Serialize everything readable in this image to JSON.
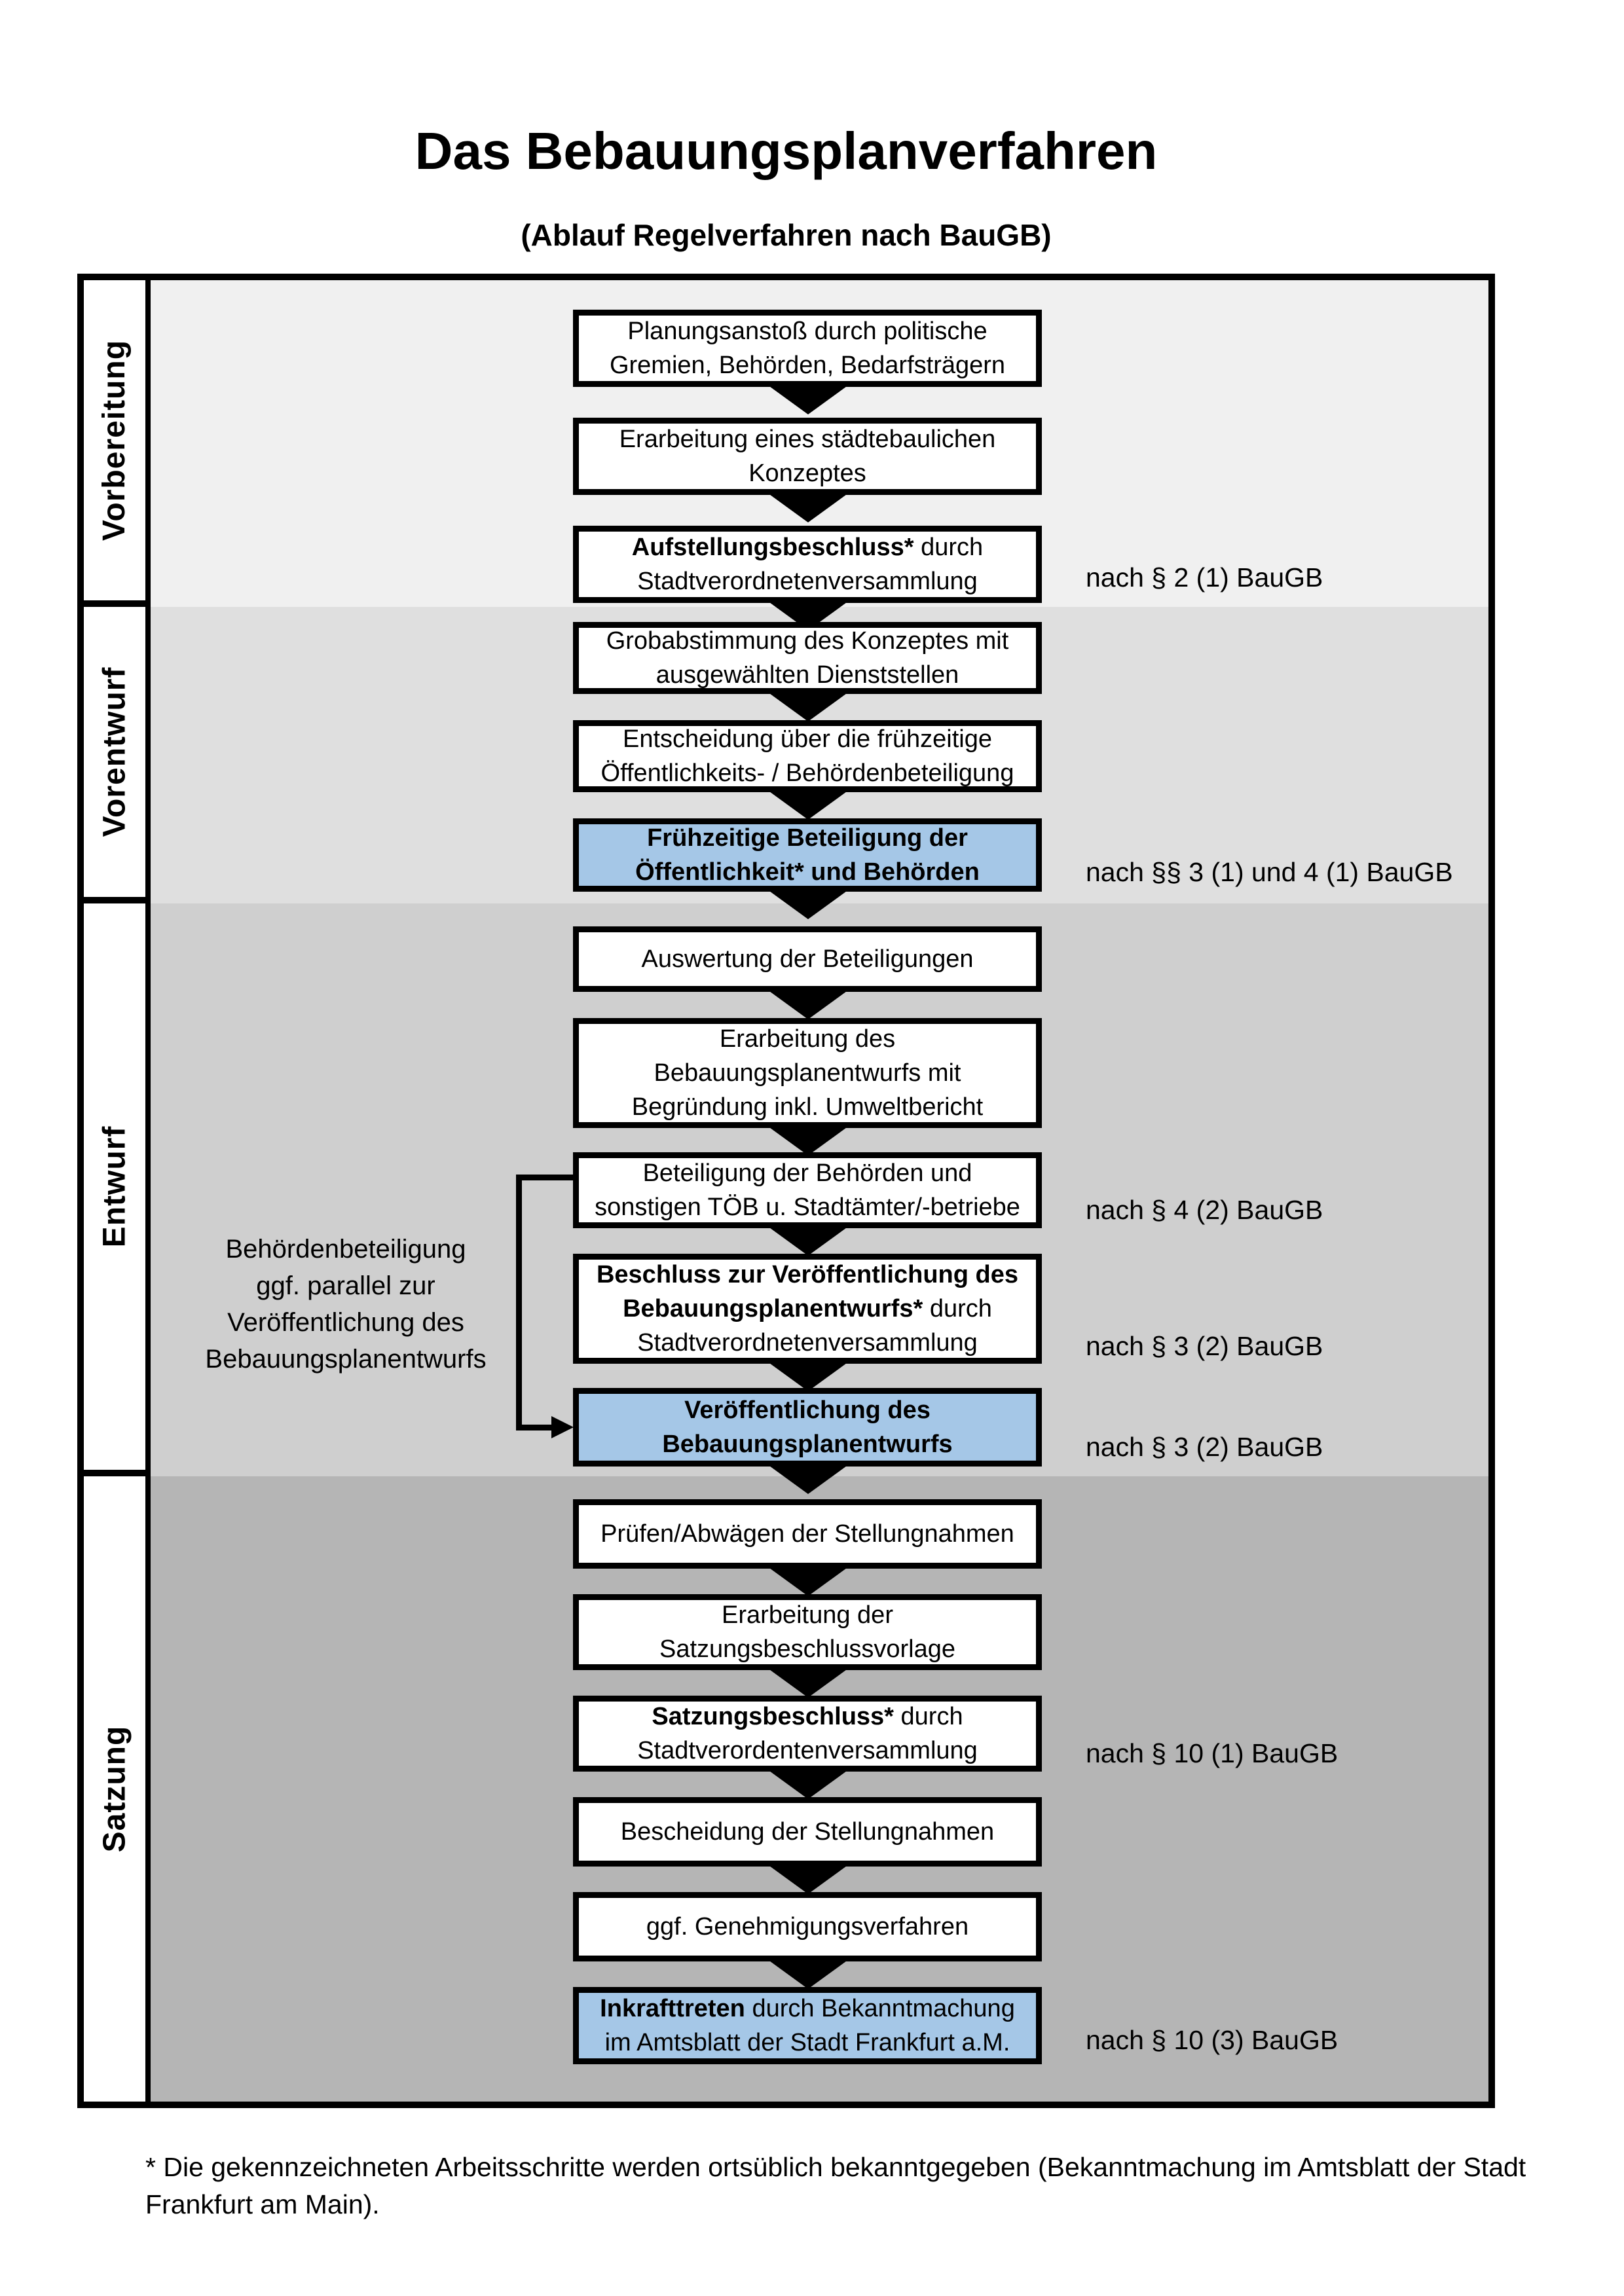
{
  "title": "Das Bebauungsplanverfahren",
  "subtitle": "(Ablauf Regelverfahren nach BauGB)",
  "colors": {
    "highlight_box": "#a5c7e7",
    "section_backgrounds": [
      "#f0f0f0",
      "#dfdfdf",
      "#cfcfcf",
      "#b5b5b5"
    ],
    "box_border": "#000000"
  },
  "sections": [
    {
      "label": "Vorbereitung",
      "steps": [
        {
          "highlight": false,
          "annotation": "",
          "lines": [
            {
              "b": "",
              "t": "Planungsanstoß durch politische"
            },
            {
              "b": "",
              "t": "Gremien, Behörden, Bedarfsträgern"
            }
          ]
        },
        {
          "highlight": false,
          "annotation": "",
          "lines": [
            {
              "b": "",
              "t": "Erarbeitung eines städtebaulichen"
            },
            {
              "b": "",
              "t": "Konzeptes"
            }
          ]
        },
        {
          "highlight": false,
          "annotation": "nach § 2 (1) BauGB",
          "lines": [
            {
              "b": "Aufstellungsbeschluss*",
              "t": " durch"
            },
            {
              "b": "",
              "t": "Stadtverordnetenversammlung"
            }
          ]
        }
      ]
    },
    {
      "label": "Vorentwurf",
      "steps": [
        {
          "highlight": false,
          "annotation": "",
          "lines": [
            {
              "b": "",
              "t": "Grobabstimmung des Konzeptes mit"
            },
            {
              "b": "",
              "t": "ausgewählten Dienststellen"
            }
          ]
        },
        {
          "highlight": false,
          "annotation": "",
          "lines": [
            {
              "b": "",
              "t": "Entscheidung über die frühzeitige"
            },
            {
              "b": "",
              "t": "Öffentlichkeits- / Behördenbeteiligung"
            }
          ]
        },
        {
          "highlight": true,
          "annotation": "nach §§ 3 (1) und 4 (1) BauGB",
          "lines": [
            {
              "b": "Frühzeitige Beteiligung der",
              "t": ""
            },
            {
              "b": "Öffentlichkeit* und Behörden",
              "t": ""
            }
          ]
        }
      ]
    },
    {
      "label": "Entwurf",
      "side_note": [
        "Behördenbeteiligung",
        "ggf. parallel zur",
        "Veröffentlichung des",
        "Bebauungsplanentwurfs"
      ],
      "steps": [
        {
          "highlight": false,
          "annotation": "",
          "lines": [
            {
              "b": "",
              "t": "Auswertung der Beteiligungen"
            }
          ]
        },
        {
          "highlight": false,
          "annotation": "",
          "lines": [
            {
              "b": "",
              "t": "Erarbeitung des"
            },
            {
              "b": "",
              "t": "Bebauungsplanentwurfs mit"
            },
            {
              "b": "",
              "t": "Begründung inkl. Umweltbericht"
            }
          ]
        },
        {
          "highlight": false,
          "annotation": "nach § 4 (2) BauGB",
          "lines": [
            {
              "b": "",
              "t": "Beteiligung der Behörden und"
            },
            {
              "b": "",
              "t": "sonstigen TÖB u. Stadtämter/-betriebe"
            }
          ]
        },
        {
          "highlight": false,
          "annotation": "nach § 3 (2) BauGB",
          "lines": [
            {
              "b": "Beschluss zur Veröffentlichung des",
              "t": ""
            },
            {
              "b": "Bebauungsplanentwurfs*",
              "t": " durch"
            },
            {
              "b": "",
              "t": "Stadtverordnetenversammlung"
            }
          ]
        },
        {
          "highlight": true,
          "annotation": "nach § 3 (2) BauGB",
          "lines": [
            {
              "b": "Veröffentlichung des",
              "t": ""
            },
            {
              "b": "Bebauungsplanentwurfs",
              "t": ""
            }
          ]
        }
      ]
    },
    {
      "label": "Satzung",
      "steps": [
        {
          "highlight": false,
          "annotation": "",
          "lines": [
            {
              "b": "",
              "t": "Prüfen/Abwägen der Stellungnahmen"
            }
          ]
        },
        {
          "highlight": false,
          "annotation": "",
          "lines": [
            {
              "b": "",
              "t": "Erarbeitung der"
            },
            {
              "b": "",
              "t": "Satzungsbeschlussvorlage"
            }
          ]
        },
        {
          "highlight": false,
          "annotation": "nach § 10 (1) BauGB",
          "lines": [
            {
              "b": "Satzungsbeschluss*",
              "t": " durch"
            },
            {
              "b": "",
              "t": "Stadtverordentenversammlung"
            }
          ]
        },
        {
          "highlight": false,
          "annotation": "",
          "lines": [
            {
              "b": "",
              "t": "Bescheidung der Stellungnahmen"
            }
          ]
        },
        {
          "highlight": false,
          "annotation": "",
          "lines": [
            {
              "b": "",
              "t": "ggf. Genehmigungsverfahren"
            }
          ]
        },
        {
          "highlight": true,
          "annotation": "nach § 10 (3) BauGB",
          "lines": [
            {
              "b": "Inkrafttreten",
              "t": " durch Bekanntmachung"
            },
            {
              "b": "",
              "t": "im Amtsblatt der Stadt Frankfurt a.M."
            }
          ]
        }
      ]
    }
  ],
  "footnote": {
    "line1": "* Die gekennzeichneten Arbeitsschritte werden ortsüblich bekanntgegeben (Bekanntmachung im Amtsblatt  der Stadt",
    "line2": "Frankfurt am Main)."
  }
}
